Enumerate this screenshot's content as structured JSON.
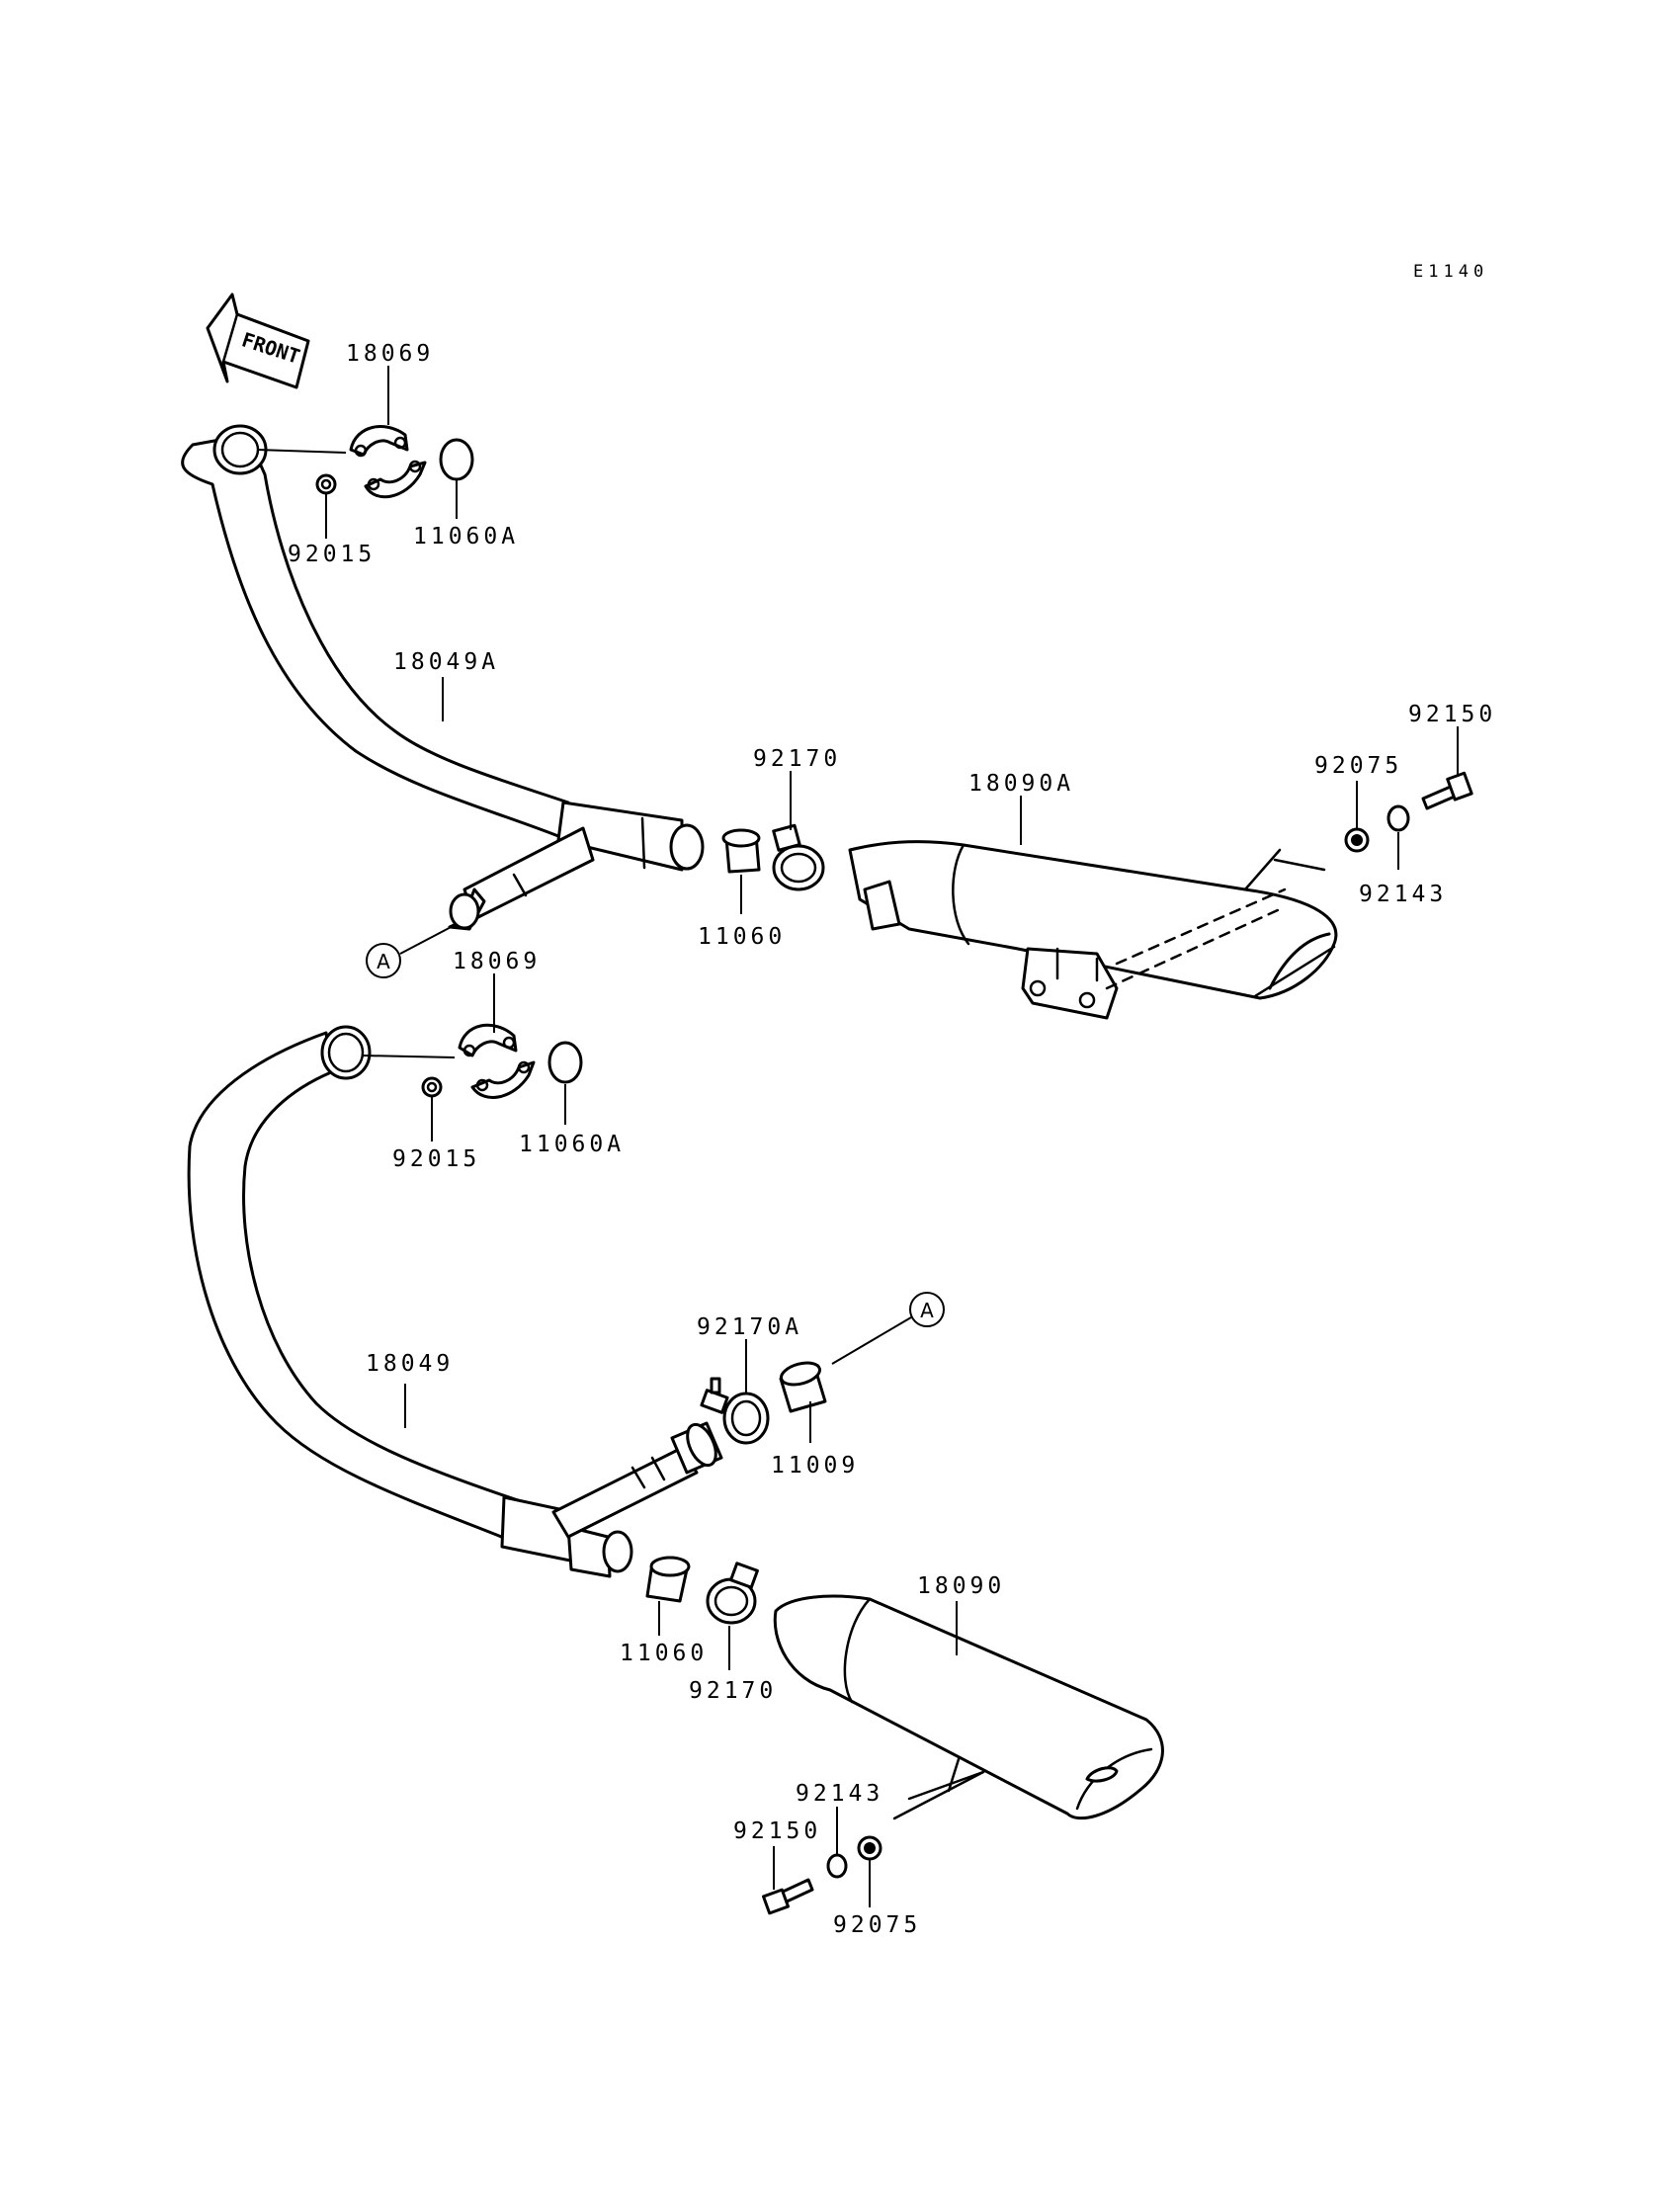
{
  "diagram_code": "E1140",
  "front_label": "FRONT",
  "ref_marker": "A",
  "labels": {
    "p18069_top": "18069",
    "p92015_top": "92015",
    "p11060A_top": "11060A",
    "p18049A": "18049A",
    "p92170_top": "92170",
    "p11060_top": "11060",
    "p18090A": "18090A",
    "p92075_top": "92075",
    "p92150_top": "92150",
    "p92143_top": "92143",
    "p18069_mid": "18069",
    "p92015_mid": "92015",
    "p11060A_mid": "11060A",
    "p18049": "18049",
    "p92170A": "92170A",
    "p11009": "11009",
    "p11060_bot": "11060",
    "p92170_bot": "92170",
    "p18090": "18090",
    "p92143_bot": "92143",
    "p92150_bot": "92150",
    "p92075_bot": "92075"
  }
}
